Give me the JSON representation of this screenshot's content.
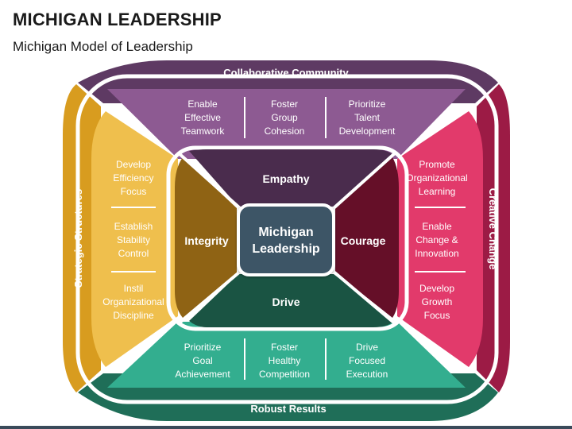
{
  "title": "MICHIGAN LEADERSHIP",
  "subtitle": "Michigan Model of Leadership",
  "outer": {
    "top": "Collaborative Community",
    "bottom": "Robust Results",
    "left": "Strategic Structures",
    "right": "Creative Change"
  },
  "inner": {
    "empathy": "Empathy",
    "drive": "Drive",
    "integrity": "Integrity",
    "courage": "Courage",
    "center": [
      "Michigan",
      "Leadership"
    ]
  },
  "sections": {
    "top": [
      [
        "Enable",
        "Effective",
        "Teamwork"
      ],
      [
        "Foster",
        "Group",
        "Cohesion"
      ],
      [
        "Prioritize",
        "Talent",
        "Development"
      ]
    ],
    "bottom": [
      [
        "Prioritize",
        "Goal",
        "Achievement"
      ],
      [
        "Foster",
        "Healthy",
        "Competition"
      ],
      [
        "Drive",
        "Focused",
        "Execution"
      ]
    ],
    "left": [
      [
        "Develop",
        "Efficiency",
        "Focus"
      ],
      [
        "Establish",
        "Stability",
        "Control"
      ],
      [
        "Instil",
        "Organizational",
        "Discipline"
      ]
    ],
    "right": [
      [
        "Promote",
        "Organizational",
        "Learning"
      ],
      [
        "Enable",
        "Change &",
        "Innovation"
      ],
      [
        "Develop",
        "Growth",
        "Focus"
      ]
    ]
  },
  "colors": {
    "purple_dark": "#5e3a63",
    "purple": "#8d5a92",
    "yellow_dark": "#d89c1f",
    "yellow": "#efbf4d",
    "crimson_dark": "#9c1b45",
    "pink": "#e23a6b",
    "green_dark": "#1f6e58",
    "green": "#33ae8f",
    "empathy": "#4a2c4d",
    "integrity": "#8f6314",
    "courage": "#650f28",
    "drive": "#1a5443",
    "center": "#3e5566"
  }
}
